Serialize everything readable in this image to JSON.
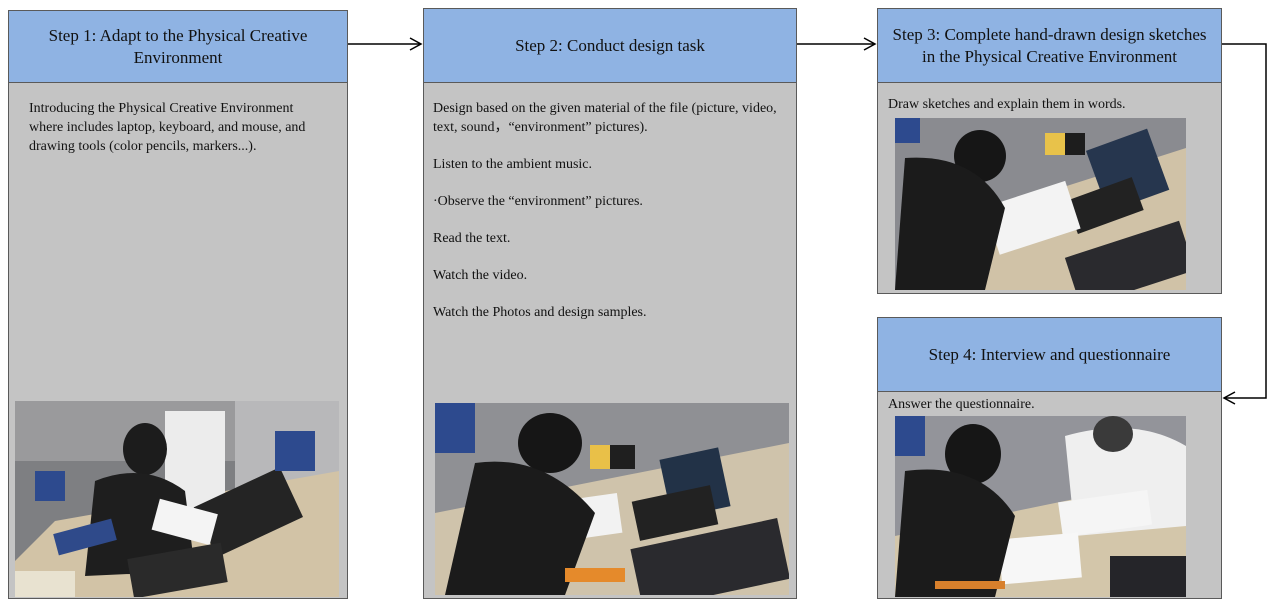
{
  "steps": [
    {
      "title": "Step 1: Adapt to the  Physical Creative Environment",
      "items": [
        "Introducing the Physical Creative Environment where includes laptop, keyboard, and mouse, and drawing tools (color pencils, markers...)."
      ],
      "photo": "photo of a participant seated at a table with a laptop and drawing tools"
    },
    {
      "title": "Step 2: Conduct design task",
      "items": [
        "Design based on the given material of the file (picture, video, text, sound，“environment” pictures).",
        "Listen to the ambient music.",
        "·Observe the “environment” pictures.",
        "Read the text.",
        "Watch the video.",
        "Watch the Photos and design samples."
      ],
      "photo": "photo of a participant working at a laptop with drawing tools"
    },
    {
      "title": "Step 3: Complete hand-drawn design sketches in the Physical Creative Environment",
      "items": [
        "Draw sketches and explain them in words."
      ],
      "photo": "photo of a participant drawing sketches beside a laptop"
    },
    {
      "title": "Step 4: Interview and questionnaire",
      "items": [
        "Answer the questionnaire."
      ],
      "photo": "photo of a participant filling out a questionnaire"
    }
  ]
}
